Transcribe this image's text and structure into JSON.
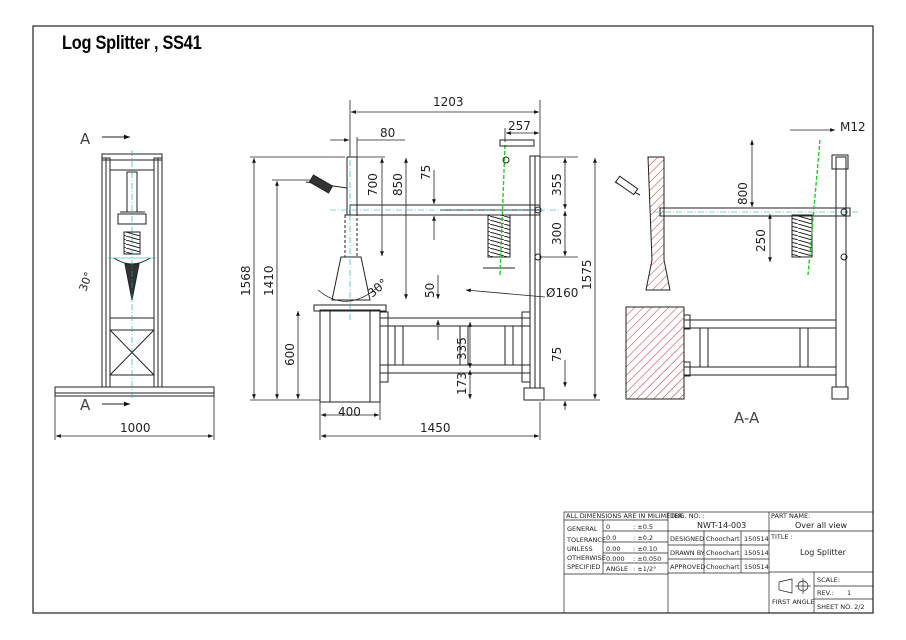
{
  "title": "Log Splitter , SS41",
  "dimensions": {
    "total_length": "1203",
    "d80": "80",
    "d257": "257",
    "m12": "M12",
    "d700": "700",
    "d850": "850",
    "d75_top": "75",
    "d355": "355",
    "d300": "300",
    "d1575": "1575",
    "d1568": "1568",
    "d1410": "1410",
    "d30": "30°",
    "d50": "50",
    "d160": "Ø160",
    "d600": "600",
    "d335": "335",
    "d173": "173",
    "d75_bottom": "75",
    "d400": "400",
    "d1450": "1450",
    "d1000": "1000",
    "d30_front": "30°",
    "d800": "800",
    "d250": "250"
  },
  "views": {
    "section_top": "A",
    "section_bottom": "A",
    "section_view": "A-A"
  },
  "title_block": {
    "all_dims": "ALL DIMENSIONS ARE IN MILIMETER",
    "general_lines": [
      "GENERAL",
      "TOLERANCE",
      "UNLESS",
      "OTHERWISE",
      "SPECIFIED"
    ],
    "tolerances": [
      {
        "fmt": "0",
        "val": ": ±0.5"
      },
      {
        "fmt": "0.0",
        "val": ": ±0.2"
      },
      {
        "fmt": "0.00",
        "val": ": ±0.10"
      },
      {
        "fmt": "0.000",
        "val": ": ±0.050"
      },
      {
        "fmt": "ANGLE",
        "val": ": ±1/2°"
      }
    ],
    "drg_no_label": "DRG. NO. :",
    "drg_no": "NWT-14-003",
    "designed_label": "DESIGNED",
    "drawn_label": "DRAWN BY",
    "approved_label": "APPROVED",
    "designed_by": "Choochart",
    "drawn_by": "Choochart",
    "approved_by": "Choochart",
    "designed_date": "150514",
    "drawn_date": "150514",
    "approved_date": "150514",
    "part_name_label": "PART NAME:",
    "part_name": "Over all view",
    "title_label": "TITLE :",
    "title_value": "Log Splitter",
    "projection": "FIRST ANGLE",
    "scale_label": "SCALE:",
    "rev_label": "REV.:",
    "rev": "1",
    "sheet_label": "SHEET NO. 2/2"
  }
}
